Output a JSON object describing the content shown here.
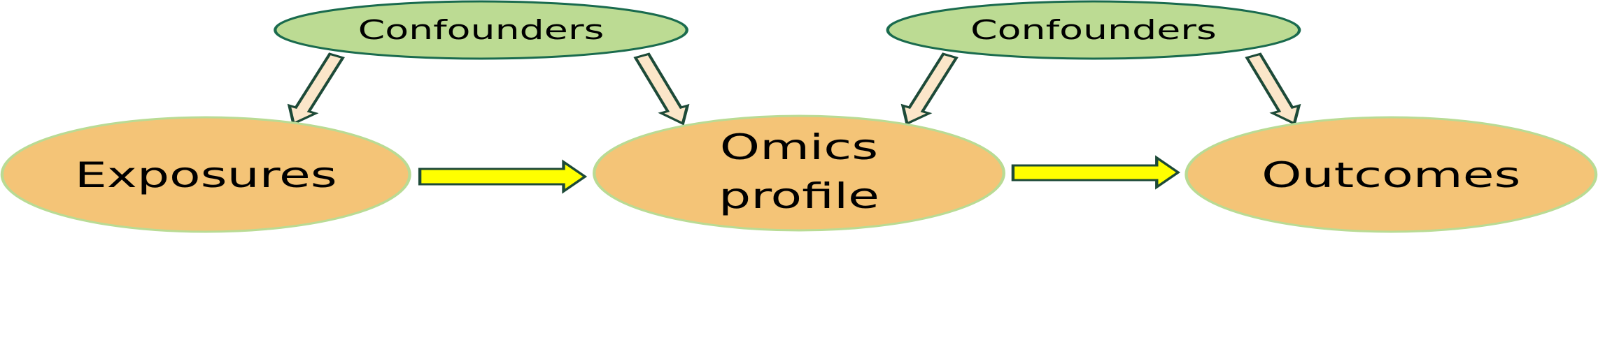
{
  "nodes": {
    "confounders_1": "Confounders",
    "confounders_2": "Confounders",
    "exposures": "Exposures",
    "omics_line1": "Omics",
    "omics_line2": "profile",
    "outcomes": "Outcomes"
  },
  "colors": {
    "confounder_fill": "#bcdb93",
    "confounder_stroke": "#1a6b4e",
    "node_fill": "#f4c477",
    "node_stroke": "#b9db94",
    "main_arrow_fill": "#ffff00",
    "confounder_arrow_fill": "#fbe6c9",
    "arrow_stroke": "#1d4a38"
  }
}
